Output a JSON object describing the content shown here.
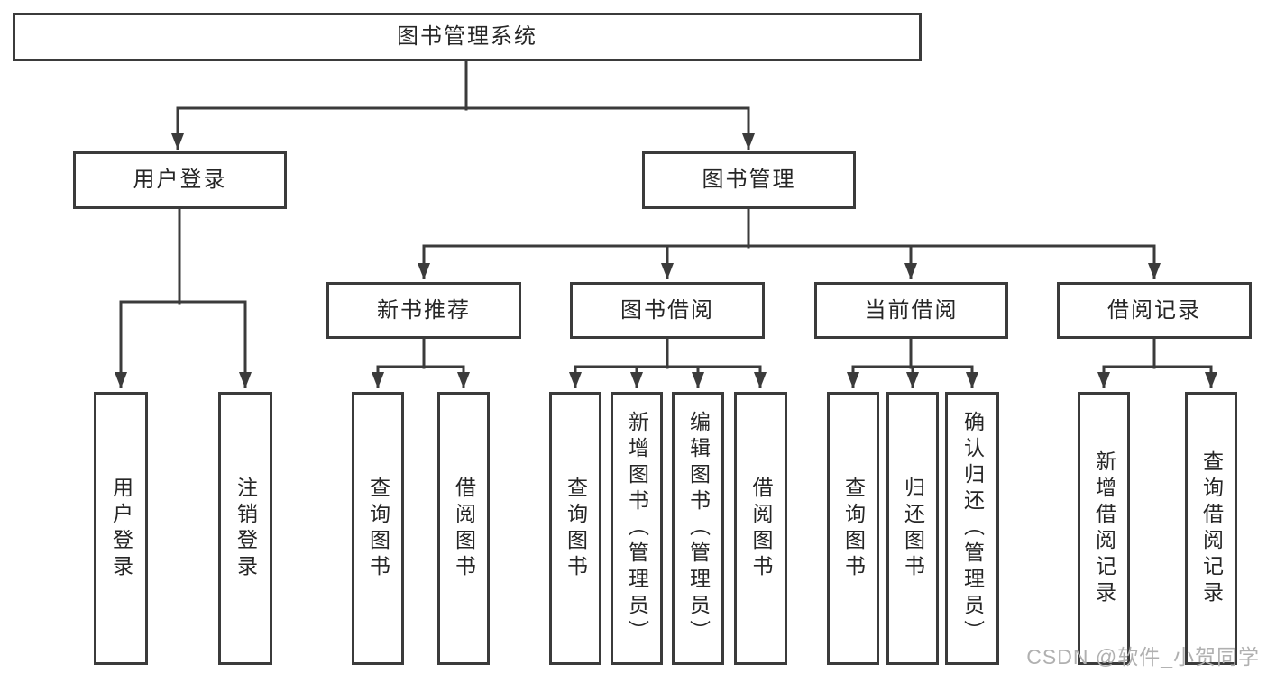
{
  "diagram_type": "hierarchy-tree",
  "tree": {
    "label": "图书管理系统",
    "children": [
      {
        "label": "用户登录",
        "children": [
          {
            "label": "用户登录"
          },
          {
            "label": "注销登录"
          }
        ]
      },
      {
        "label": "图书管理",
        "children": [
          {
            "label": "新书推荐",
            "children": [
              {
                "label": "查询图书"
              },
              {
                "label": "借阅图书"
              }
            ]
          },
          {
            "label": "图书借阅",
            "children": [
              {
                "label": "查询图书"
              },
              {
                "label": "新增图书（管理员）"
              },
              {
                "label": "编辑图书（管理员）"
              },
              {
                "label": "借阅图书"
              }
            ]
          },
          {
            "label": "当前借阅",
            "children": [
              {
                "label": "查询图书"
              },
              {
                "label": "归还图书"
              },
              {
                "label": "确认归还（管理员）"
              }
            ]
          },
          {
            "label": "借阅记录",
            "children": [
              {
                "label": "新增借阅记录"
              },
              {
                "label": "查询借阅记录"
              }
            ]
          }
        ]
      }
    ]
  },
  "watermark": {
    "text": "CSDN @软件_小贺同学"
  },
  "colors": {
    "line": "#3b3b3b",
    "box_border": "#3b3b3b",
    "text": "#262626",
    "background": "#ffffff",
    "watermark": "#b0b0b0"
  }
}
